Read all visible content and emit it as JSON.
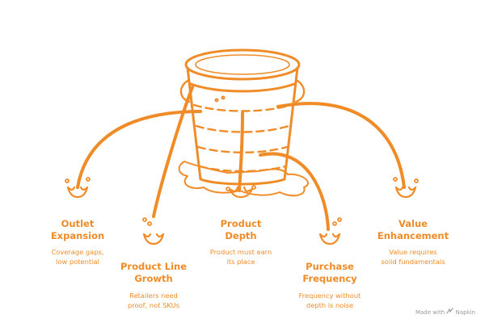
{
  "colors": {
    "accent": "#f08c28",
    "background": "#ffffff",
    "watermark": "#9a9a9a"
  },
  "items": [
    {
      "title": "Outlet\nExpansion",
      "desc": "Coverage gaps,\nlow potential"
    },
    {
      "title": "Product Line\nGrowth",
      "desc": "Retailers need\nproof, not SKUs"
    },
    {
      "title": "Product\nDepth",
      "desc": "Product must earn\nits place"
    },
    {
      "title": "Purchase\nFrequency",
      "desc": "Frequency without\ndepth is noise"
    },
    {
      "title": "Value\nEnhancement",
      "desc": "Value requires\nsolid fundamentals"
    }
  ],
  "watermark": {
    "text": "Made with",
    "brand": "Napkin"
  }
}
